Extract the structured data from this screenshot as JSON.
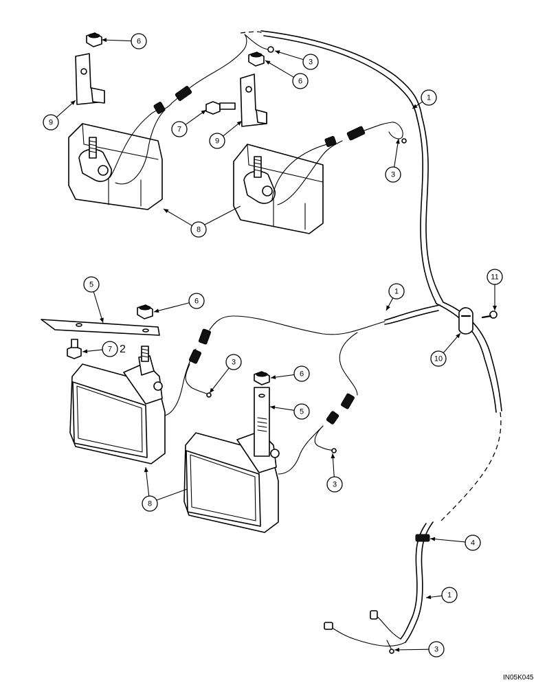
{
  "figure_code": "IN05K045",
  "extra_label": "2",
  "callouts": [
    {
      "n": "1"
    },
    {
      "n": "1"
    },
    {
      "n": "1"
    },
    {
      "n": "3"
    },
    {
      "n": "3"
    },
    {
      "n": "3"
    },
    {
      "n": "3"
    },
    {
      "n": "3"
    },
    {
      "n": "4"
    },
    {
      "n": "5"
    },
    {
      "n": "5"
    },
    {
      "n": "6"
    },
    {
      "n": "6"
    },
    {
      "n": "6"
    },
    {
      "n": "6"
    },
    {
      "n": "7"
    },
    {
      "n": "7"
    },
    {
      "n": "8"
    },
    {
      "n": "8"
    },
    {
      "n": "9"
    },
    {
      "n": "9"
    },
    {
      "n": "10"
    },
    {
      "n": "11"
    }
  ]
}
